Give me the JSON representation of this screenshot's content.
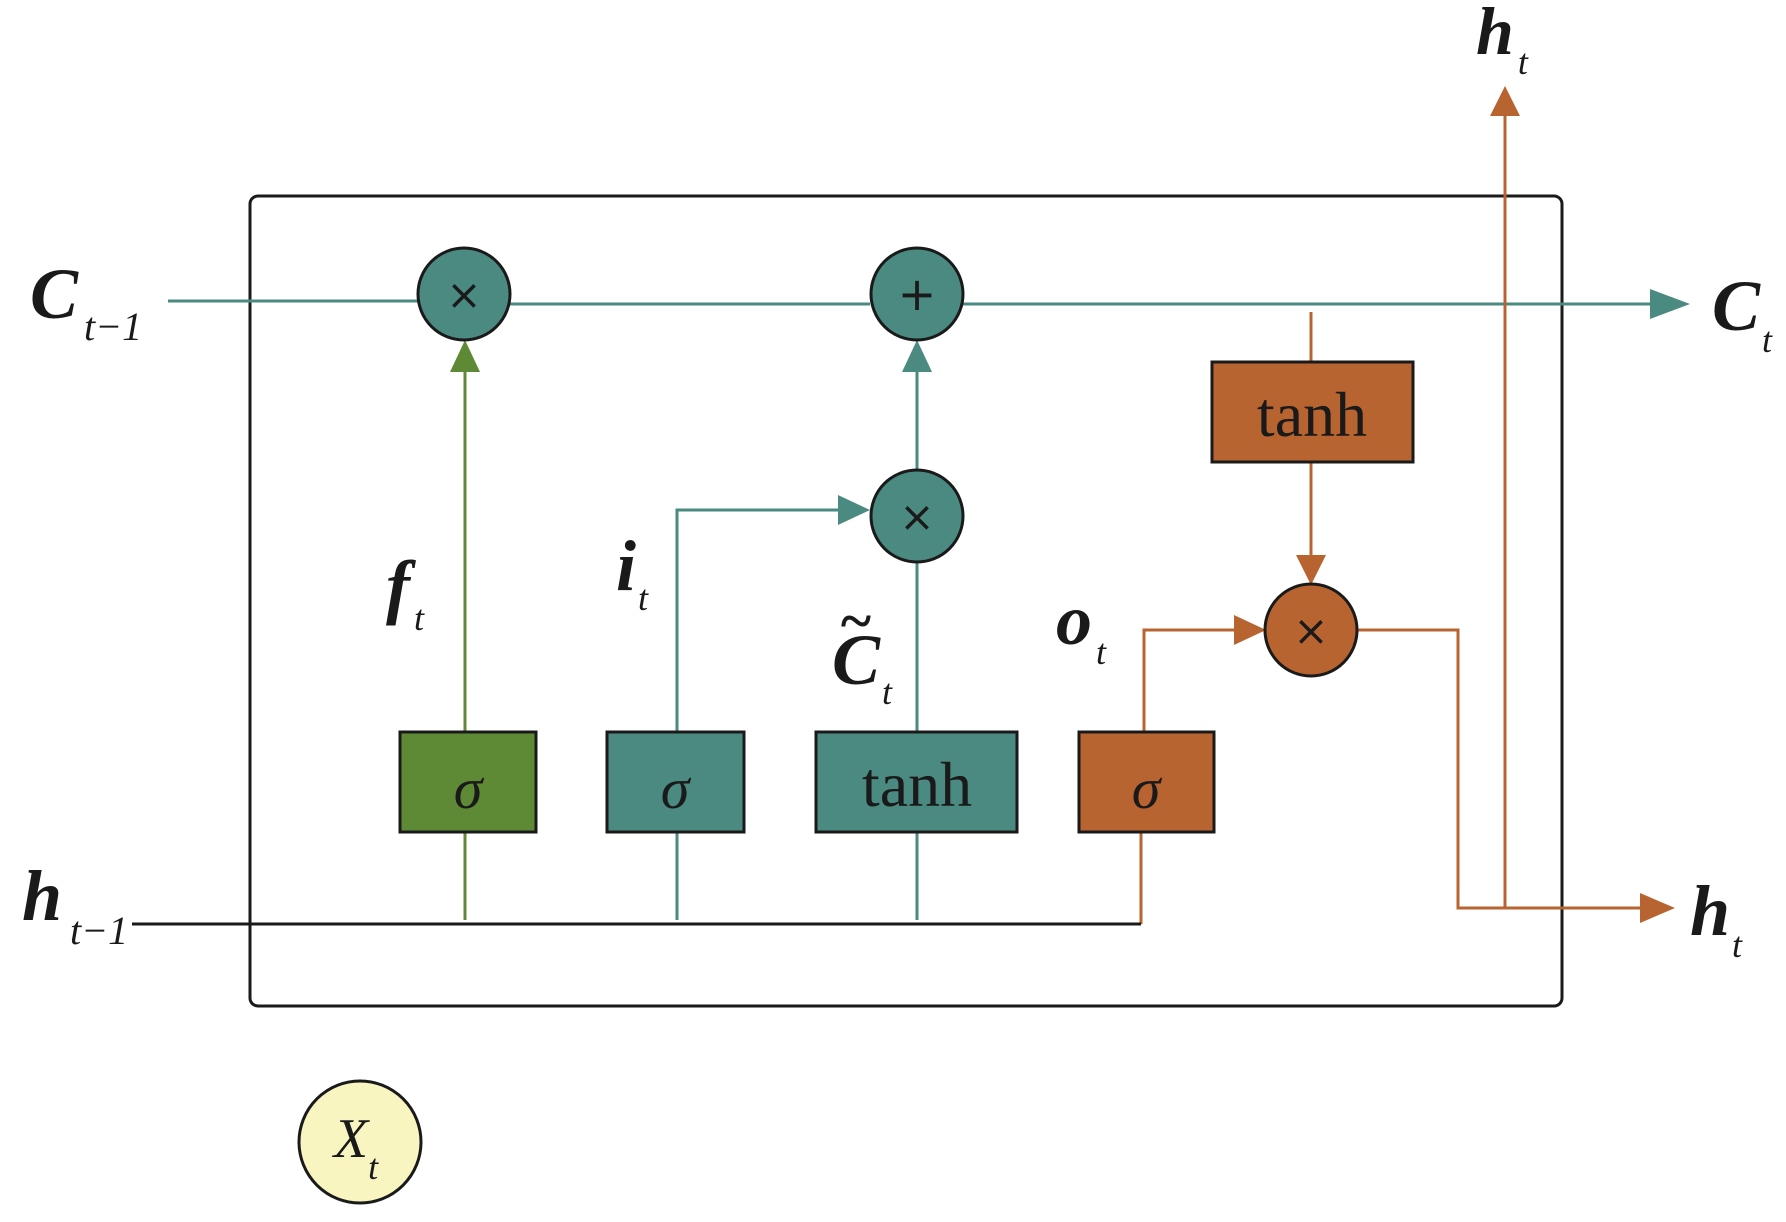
{
  "colors": {
    "teal": "#4a8a80",
    "green": "#5f8a35",
    "orange": "#b86430",
    "black": "#1a1a1a",
    "input_fill": "#f8f5c0"
  },
  "labels": {
    "c_prev": {
      "main": "C",
      "sub": "t−1"
    },
    "c_out": {
      "main": "C",
      "sub": "t"
    },
    "h_prev": {
      "main": "h",
      "sub": "t−1"
    },
    "h_out_right": {
      "main": "h",
      "sub": "t"
    },
    "h_out_top": {
      "main": "h",
      "sub": "t"
    },
    "f_gate": {
      "main": "f",
      "sub": "t"
    },
    "i_gate": {
      "main": "i",
      "sub": "t"
    },
    "c_candidate": {
      "tilde": "~",
      "main": "C",
      "sub": "t"
    },
    "o_gate": {
      "main": "o",
      "sub": "t"
    },
    "x_input": {
      "main": "X",
      "sub": "t"
    }
  },
  "ops": {
    "forget_multiply": "×",
    "cell_add": "+",
    "input_multiply": "×",
    "output_multiply": "×"
  },
  "boxes": {
    "forget_sigma": "σ",
    "input_sigma": "σ",
    "candidate_tanh": "tanh",
    "output_sigma": "σ",
    "cell_tanh": "tanh"
  }
}
